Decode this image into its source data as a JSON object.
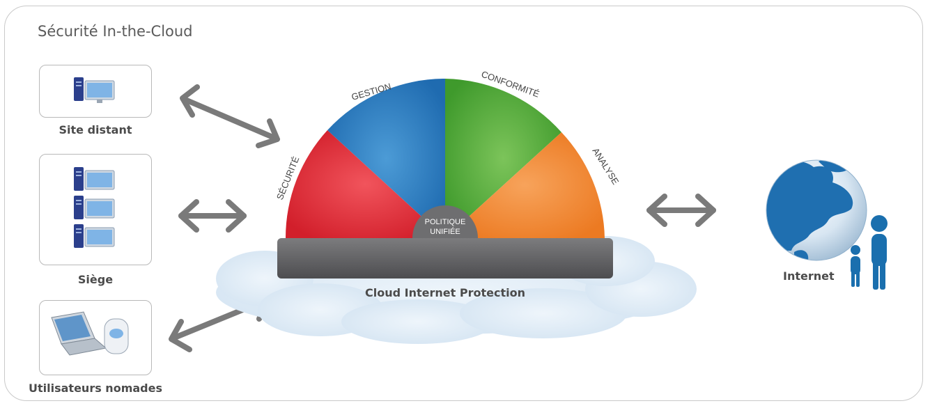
{
  "title": "Sécurité In-the-Cloud",
  "sites": {
    "remote": "Site distant",
    "hq": "Siège",
    "mobile": "Utilisateurs nomades"
  },
  "dome": {
    "segments": [
      {
        "label": "SÉCURITÉ",
        "color": "#e02a35"
      },
      {
        "label": "GESTION",
        "color": "#2b7fc0"
      },
      {
        "label": "CONFORMITÉ",
        "color": "#56a83a"
      },
      {
        "label": "ANALYSE",
        "color": "#f08a33"
      }
    ],
    "center_line1": "POLITIQUE",
    "center_line2": "UNIFIÉE",
    "platform_label": "Cloud Internet Protection"
  },
  "internet": {
    "label": "Internet"
  },
  "colors": {
    "arrow": "#7a7a7a",
    "border": "#c9c9c9",
    "globe_blue": "#1f6fb0",
    "person": "#1a6fae"
  }
}
